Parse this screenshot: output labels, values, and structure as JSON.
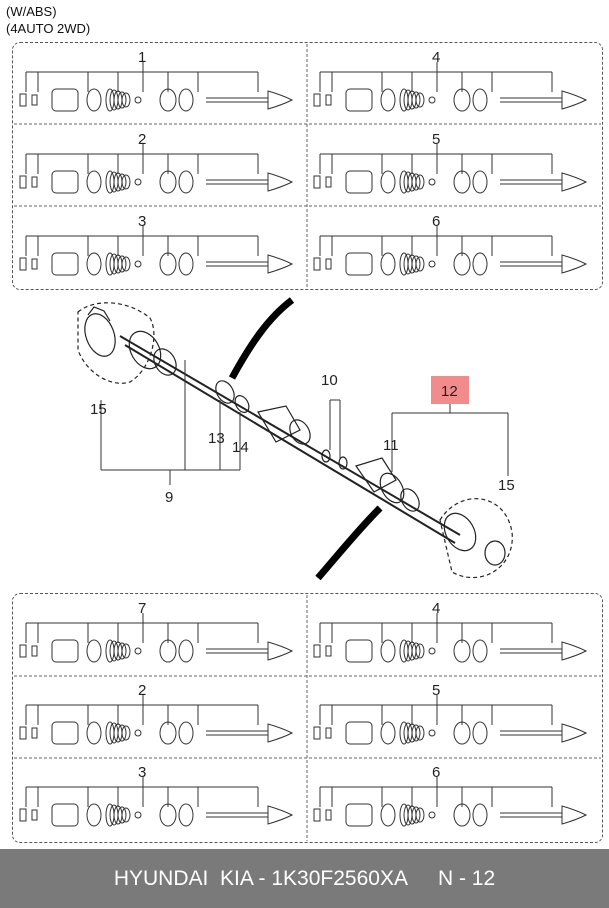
{
  "header": {
    "line1": "(W/ABS)",
    "line2": "(4AUTO 2WD)"
  },
  "top_panel": {
    "cells": [
      {
        "label": "1"
      },
      {
        "label": "4"
      },
      {
        "label": "2"
      },
      {
        "label": "5"
      },
      {
        "label": "3"
      },
      {
        "label": "6"
      }
    ]
  },
  "bottom_panel": {
    "cells": [
      {
        "label": "7"
      },
      {
        "label": "4"
      },
      {
        "label": "2"
      },
      {
        "label": "5"
      },
      {
        "label": "3"
      },
      {
        "label": "6"
      }
    ]
  },
  "center": {
    "callouts": [
      "15",
      "13",
      "14",
      "9",
      "10",
      "11",
      "15"
    ],
    "highlight": {
      "label": "12",
      "color": "#f28b8b"
    }
  },
  "footer": {
    "brand": "HYUNDAI  KIA - 1K30F2560XA",
    "page": "N - 12"
  }
}
